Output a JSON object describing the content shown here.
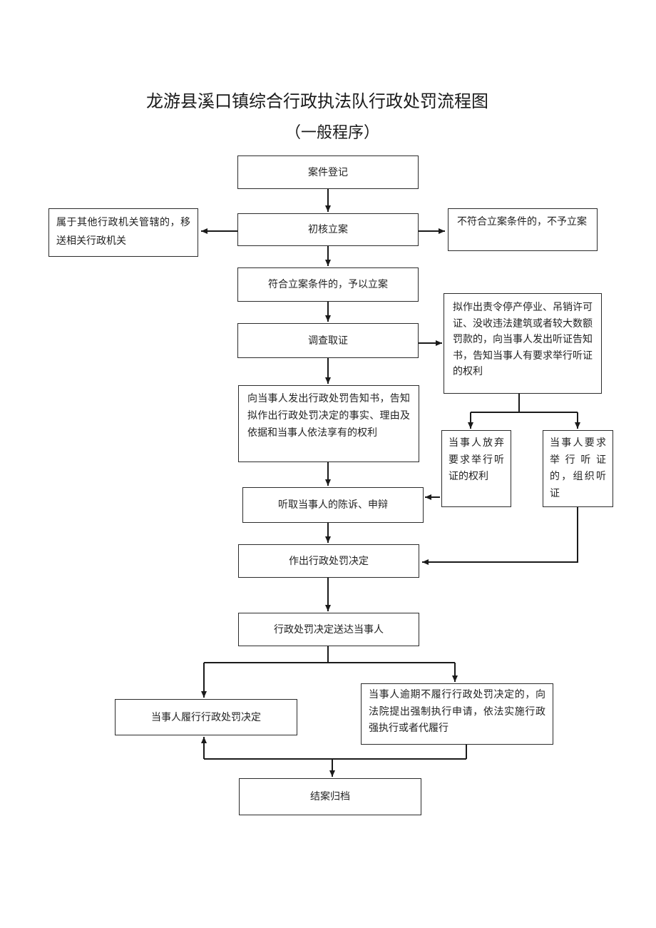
{
  "title": "龙游县溪口镇综合行政执法队行政处罚流程图",
  "subtitle": "（一般程序）",
  "nodes": {
    "register": "案件登记",
    "preliminary": "初核立案",
    "transfer": "属于其他行政机关管辖的，移送相关行政机关",
    "not_filed": "不符合立案条件的，不予立案",
    "filed": "符合立案条件的，予以立案",
    "investigate": "调查取证",
    "hearing_notice": "拟作出责令停产停业、吊销许可证、没收违法建筑或者较大数额罚款的，向当事人发出听证告知书，告知当事人有要求举行听证的权利",
    "penalty_notice": "向当事人发出行政处罚告知书，告知拟作出行政处罚决定的事实、理由及依据和当事人依法享有的权利",
    "waive_hearing": "当事人放弃要求举行听证的权利",
    "request_hearing": "当事人要求举行听证的，组织听证",
    "statement": "听取当事人的陈诉、申辩",
    "decision": "作出行政处罚决定",
    "delivery": "行政处罚决定送达当事人",
    "comply": "当事人履行行政处罚决定",
    "enforce": "当事人逾期不履行行政处罚决定的，向法院提出强制执行申请，依法实施行政强执行或者代履行",
    "close": "结案归档"
  }
}
